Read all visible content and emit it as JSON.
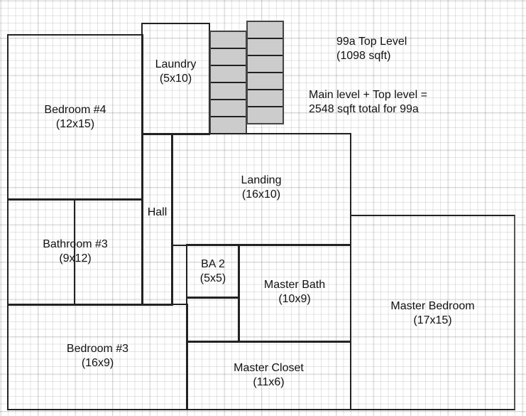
{
  "title": "99a Top Level",
  "title_sqft": "(1098 sqft)",
  "total_note_line1": "Main level + Top level =",
  "total_note_line2": "2548 sqft total for 99a",
  "rooms": {
    "bedroom4": {
      "name": "Bedroom #4",
      "size": "(12x15)"
    },
    "laundry": {
      "name": "Laundry",
      "size": "(5x10)"
    },
    "hall": {
      "name": "Hall"
    },
    "landing": {
      "name": "Landing",
      "size": "(16x10)"
    },
    "bathroom3": {
      "name": "Bathroom #3",
      "size": "(9x12)"
    },
    "ba2": {
      "name": "BA 2",
      "size": "(5x5)"
    },
    "master_bath": {
      "name": "Master Bath",
      "size": "(10x9)"
    },
    "bedroom3": {
      "name": "Bedroom #3",
      "size": "(16x9)"
    },
    "master_closet": {
      "name": "Master Closet",
      "size": "(11x6)"
    },
    "master_bedroom": {
      "name": "Master Bedroom",
      "size": "(17x15)"
    }
  },
  "stairs": {
    "left_steps": 6,
    "right_steps": 6,
    "fill_color": "#cccccc"
  }
}
